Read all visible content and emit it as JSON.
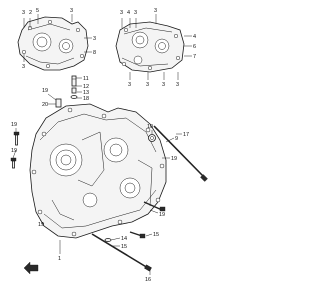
{
  "callouts": [
    "1",
    "2",
    "3",
    "4",
    "5",
    "6",
    "7",
    "8",
    "9",
    "10",
    "11",
    "12",
    "13",
    "14",
    "15",
    "16",
    "17",
    "18",
    "19",
    "20"
  ],
  "colors": {
    "line": "#1a1a1a",
    "background": "#ffffff",
    "part_fill": "#f4f4f4"
  },
  "icons": {
    "direction": "front-arrow-icon"
  }
}
